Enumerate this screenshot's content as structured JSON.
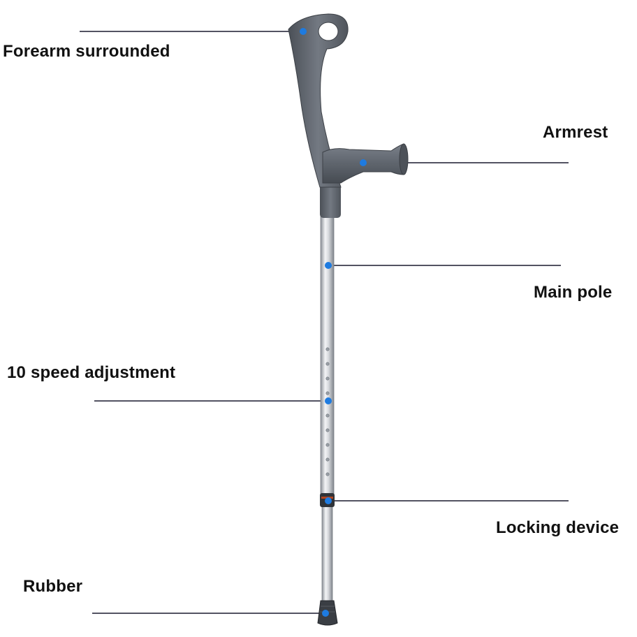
{
  "colors": {
    "text": "#111111",
    "leader_line": "#1a1a2e",
    "marker_dot": "#1e7be0",
    "grip_dark": "#555b63",
    "grip_mid": "#6e747c",
    "pole_light": "#e4e6ea",
    "pole_dark": "#8a8f96"
  },
  "labels": {
    "forearm": "Forearm surrounded",
    "armrest": "Armrest",
    "main_pole": "Main pole",
    "speed_adjustment": "10 speed adjustment",
    "locking_device": "Locking device",
    "rubber": "Rubber"
  }
}
